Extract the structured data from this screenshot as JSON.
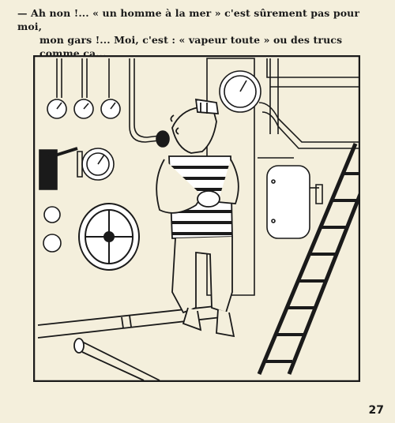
{
  "caption": {
    "line1": "— Ah non !... « un homme à la mer » c'est sûrement pas pour moi,",
    "line2": "mon gars !... Moi, c'est : « vapeur toute » ou des trucs comme ça..."
  },
  "page": {
    "number": "27"
  },
  "colors": {
    "paper": "#f4efdc",
    "ink": "#1a1a1a"
  }
}
